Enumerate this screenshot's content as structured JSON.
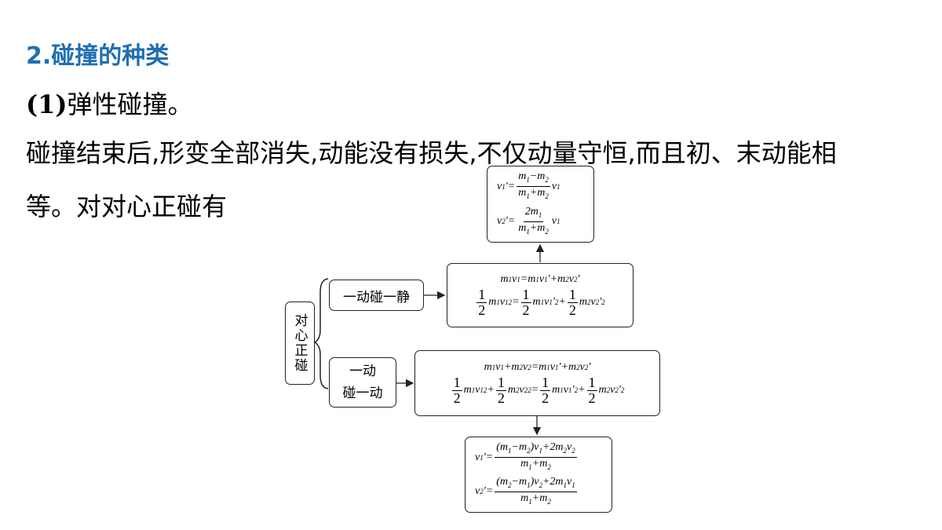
{
  "heading": "2.碰撞的种类",
  "subheading": "(1)弹性碰撞。",
  "paragraph_line1": "碰撞结束后,形变全部消失,动能没有损失,不仅动量守恒,而且初、末动能相",
  "paragraph_line2": "等。对对心正碰有",
  "diagram": {
    "root": "对心正碰",
    "branch_static": "一动碰一静",
    "branch_moving_line1": "一动",
    "branch_moving_line2": "碰一动",
    "static_eq_momentum": "m₁v₁=m₁v₁′+m₂v₂′",
    "static_eq_energy": "½m₁v₁²=½m₁v₁′²+½m₂v₂′²",
    "static_result_v1": "v₁′=(m₁−m₂)/(m₁+m₂)·v₁",
    "static_result_v2": "v₂′=2m₁/(m₁+m₂)·v₁",
    "moving_eq_momentum": "m₁v₁+m₂v₂=m₁v₁′+m₂v₂′",
    "moving_eq_energy": "½m₁v₁²+½m₂v₂²=½m₁v₁′²+½m₂v₂′²",
    "moving_result_v1": "v₁′=((m₁−m₂)v₁+2m₂v₂)/(m₁+m₂)",
    "moving_result_v2": "v₂′=((m₂−m₁)v₂+2m₁v₁)/(m₁+m₂)"
  }
}
